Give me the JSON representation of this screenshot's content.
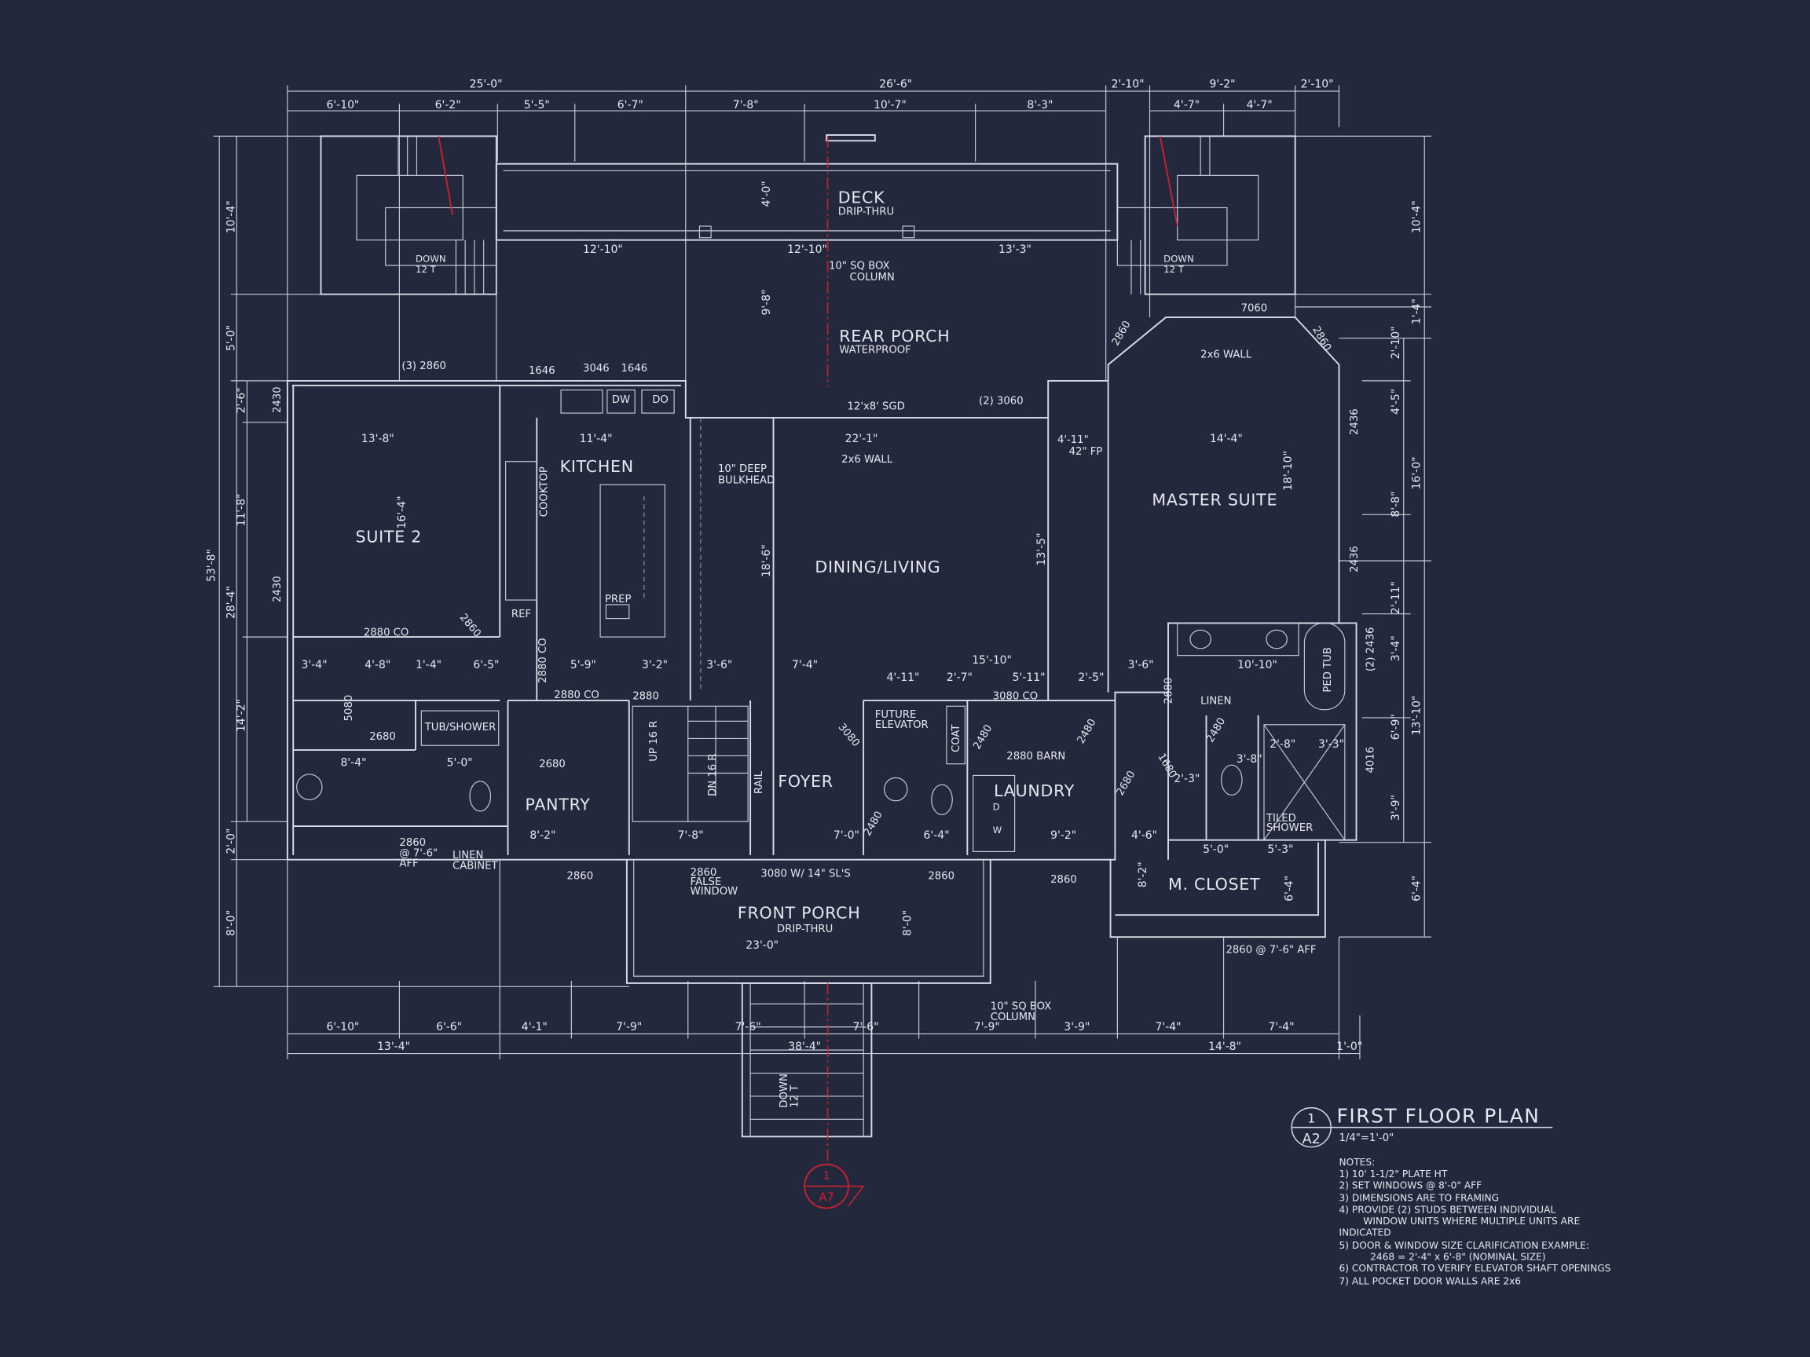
{
  "colors": {
    "background": "#23283c",
    "linework": "#d9dce6",
    "section_line": "#d3202e"
  },
  "title_block": {
    "number": "1",
    "sheet": "A2",
    "title": "FIRST FLOOR PLAN",
    "scale": "1/4\"=1'-0\"",
    "notes_header": "NOTES:",
    "notes": [
      "1) 10' 1-1/2\" PLATE HT",
      "2) SET WINDOWS @ 8'-0\" AFF",
      "3) DIMENSIONS ARE TO FRAMING",
      "4) PROVIDE (2) STUDS BETWEEN INDIVIDUAL",
      "WINDOW UNITS WHERE MULTIPLE UNITS ARE",
      "INDICATED",
      "5) DOOR & WINDOW SIZE CLARIFICATION EXAMPLE:",
      "2468 = 2'-4\" x 6'-8\" (NOMINAL SIZE)",
      "6) CONTRACTOR TO VERIFY ELEVATOR SHAFT OPENINGS",
      "7) ALL POCKET DOOR WALLS ARE 2x6"
    ]
  },
  "section_marker": {
    "number": "1",
    "sheet": "A7"
  },
  "dims": {
    "top_overall": [
      "25'-0\"",
      "26'-6\"",
      "2'-10\"",
      "9'-2\"",
      "2'-10\""
    ],
    "top_sub": [
      "6'-10\"",
      "6'-2\"",
      "5'-5\"",
      "6'-7\"",
      "7'-8\"",
      "10'-7\"",
      "8'-3\"",
      "4'-7\"",
      "4'-7\""
    ],
    "bottom_sub": [
      "6'-10\"",
      "6'-6\"",
      "4'-1\"",
      "7'-9\"",
      "7'-6\"",
      "7'-6\"",
      "7'-9\"",
      "3'-9\"",
      "7'-4\"",
      "7'-4\""
    ],
    "bottom_overall": [
      "13'-4\"",
      "38'-4\"",
      "14'-8\"",
      "1'-0\""
    ],
    "left_outer": "53'-8\"",
    "left_mid": [
      "10'-4\"",
      "5'-0\"",
      "28'-4\"",
      "2'-0\"",
      "8'-0\""
    ],
    "left_inner": [
      "2'-6\"",
      "11'-8\"",
      "14'-2\""
    ],
    "right_outer": [
      "10'-4\"",
      "1'-4\"",
      "16'-0\"",
      "13'-10\"",
      "6'-4\""
    ],
    "right_inner": [
      "2'-10\"",
      "4'-5\"",
      "8'-8\"",
      "2'-11\"",
      "3'-4\"",
      "6'-9\"",
      "3'-9\""
    ]
  },
  "rooms": {
    "deck": "DECK",
    "deck_sub": "DRIP-THRU",
    "rear_porch": "REAR PORCH",
    "rear_porch_sub": "WATERPROOF",
    "kitchen": "KITCHEN",
    "suite2": "SUITE 2",
    "dining": "DINING/LIVING",
    "master": "MASTER SUITE",
    "pantry": "PANTRY",
    "foyer": "FOYER",
    "laundry": "LAUNDRY",
    "closet": "M. CLOSET",
    "front_porch": "FRONT PORCH",
    "front_porch_sub": "DRIP-THRU"
  },
  "labels": {
    "down_left": "DOWN",
    "down_left_n": "12 T",
    "down_right": "DOWN",
    "down_right_n": "12 T",
    "down_front": "DOWN",
    "down_front_n": "12 T",
    "deck_dims": [
      "12'-10\"",
      "12'-10\"",
      "13'-3\""
    ],
    "box_column": "10\" SQ BOX",
    "column": "COLUMN",
    "deck_v": "4'-0\"",
    "porch_v": "9'-8\"",
    "win_3_2860": "(3) 2860",
    "w1646a": "1646",
    "w3046": "3046",
    "w1646b": "1646",
    "dw": "DW",
    "do": "DO",
    "sgd": "12'x8' SGD",
    "w2_3060": "(2) 3060",
    "w7060": "7060",
    "wall2x6": "2x6 WALL",
    "wall2x6b": "2x6 WALL",
    "w2860a": "2860",
    "w2860b": "2860",
    "fp": "42\" FP",
    "fp_dim": "4'-11\"",
    "d13_8": "13'-8\"",
    "d11_4": "11'-4\"",
    "d22_1": "22'-1\"",
    "d14_4": "14'-4\"",
    "bulkhead": "10\" DEEP",
    "bulkhead2": "BULKHEAD",
    "cooktop": "COOKTOP",
    "ref": "REF",
    "prep": "PREP",
    "d16_4": "16'-4\"",
    "d18_6": "18'-6\"",
    "d13_5": "13'-5\"",
    "d18_10": "18'-10\"",
    "w2430a": "2430",
    "w2430b": "2430",
    "w2436a": "2436",
    "w2436b": "2436",
    "w2_2436": "(2) 2436",
    "w4016": "4016",
    "co2880a": "2880 CO",
    "co2880b": "2880 CO",
    "co2880c": "2880 CO",
    "co3080": "3080 CO",
    "d2880": "2880",
    "d2880s": "2860",
    "tub": "TUB/SHOWER",
    "d5080": "5080",
    "d2680": "2680",
    "d2680b": "2680",
    "d2680c": "2680",
    "d2680d": "2680",
    "hdims": [
      "3'-4\"",
      "4'-8\"",
      "1'-4\"",
      "6'-5\"",
      "5'-9\"",
      "3'-2\"",
      "3'-6\"",
      "7'-4\"",
      "4'-11\"",
      "2'-7\"",
      "15'-10\"",
      "5'-11\"",
      "2'-5\"",
      "3'-6\"",
      "10'-10\""
    ],
    "d8_4": "8'-4\"",
    "d5_0": "5'-0\"",
    "d8_2": "8'-2\"",
    "d7_8": "7'-8\"",
    "d7_0": "7'-0\"",
    "d6_4": "6'-4\"",
    "d9_2": "9'-2\"",
    "d4_6": "4'-6\"",
    "d5_0b": "5'-0\"",
    "d5_3": "5'-3\"",
    "up": "UP 16 R",
    "dn": "DN 16 R",
    "rail": "RAIL",
    "future": "FUTURE",
    "elevator": "ELEVATOR",
    "coat": "COAT",
    "barn": "2880 BARN",
    "d3080": "3080",
    "d2480": "2480",
    "d2480b": "2480",
    "d2480c": "2480",
    "d2480d": "2480",
    "d1680": "1680",
    "linen": "LINEN",
    "linen2": "LINEN",
    "cabinet": "CABINET",
    "aff": "2860",
    "aff2": "@ 7'-6\"",
    "aff3": "AFF",
    "ped_tub": "PED TUB",
    "tiled": "TILED",
    "shower": "SHOWER",
    "d3_3": "3'-3\"",
    "d2_8": "2'-8\"",
    "d3_8": "3'-8\"",
    "d2_3": "2'-3\"",
    "entry": "3080 W/ 14\" SL'S",
    "false_win": "2860",
    "false1": "FALSE",
    "false2": "WINDOW",
    "fw2860a": "2860",
    "fw2860b": "2860",
    "fw2860c": "2860",
    "d23_0": "23'-0\"",
    "d8_0": "8'-0\"",
    "closet_win": "2860 @ 7'-6\" AFF",
    "d8_2b": "8'-2\"",
    "d6_4b": "6'-4\"",
    "dryer": "D",
    "washer": "W"
  }
}
